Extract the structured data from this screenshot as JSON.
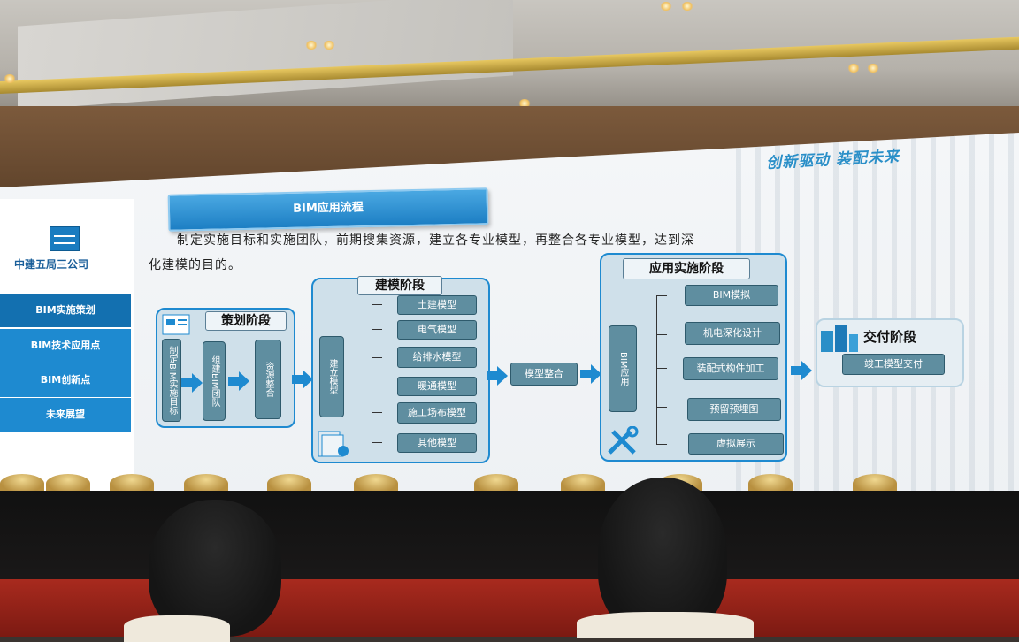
{
  "slide": {
    "slogan": "创新驱动 装配未来",
    "company": "中建五局三公司",
    "title": "BIM应用流程",
    "body_line1": "制定实施目标和实施团队，前期搜集资源，建立各专业模型，再整合各专业模型，达到深",
    "body_line2": "化建模的目的。"
  },
  "sidebar": {
    "items": [
      {
        "label": "BIM实施策划",
        "active": true
      },
      {
        "label": "BIM技术应用点",
        "active": false
      },
      {
        "label": "BIM创新点",
        "active": false
      },
      {
        "label": "未来展望",
        "active": false
      }
    ]
  },
  "flow": {
    "planning": {
      "title": "策划阶段",
      "steps": [
        "制定BIM实施目标",
        "组建BIM团队",
        "资源整合"
      ]
    },
    "modeling": {
      "title": "建模阶段",
      "main": "建立模型",
      "items": [
        "土建模型",
        "电气模型",
        "给排水模型",
        "暖通模型",
        "施工场布模型",
        "其他模型"
      ]
    },
    "integration": "模型整合",
    "application": {
      "title": "应用实施阶段",
      "main": "BIM应用",
      "items": [
        "BIM模拟",
        "机电深化设计",
        "装配式构件加工",
        "预留预埋图",
        "虚拟展示"
      ]
    },
    "delivery": {
      "title": "交付阶段",
      "item": "竣工模型交付"
    }
  },
  "colors": {
    "accent": "#1e8ad0",
    "box": "#5f8ea0",
    "panel": "#cfe0ea"
  }
}
